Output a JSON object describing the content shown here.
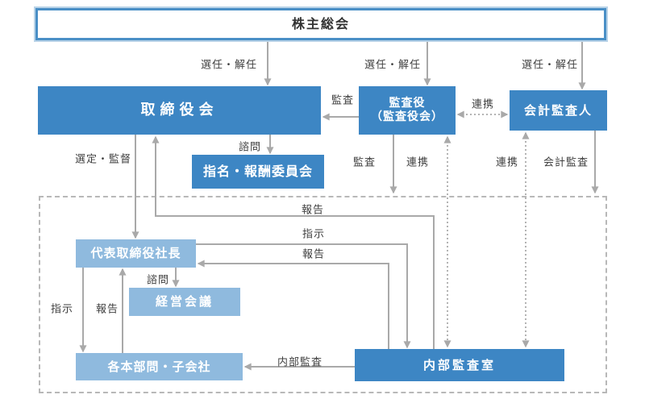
{
  "diagram": {
    "nodes": {
      "shareholders": "株主総会",
      "board": "取締役会",
      "auditors_line1": "監査役",
      "auditors_line2": "（監査役会）",
      "accounting_auditor": "会計監査人",
      "nomination_committee": "指名・報酬委員会",
      "president": "代表取締役社長",
      "management_meeting": "経営会議",
      "departments": "各本部問・子会社",
      "internal_audit": "内部監査室"
    },
    "edge_labels": {
      "appoint_board": "選任・解任",
      "appoint_auditors": "選任・解任",
      "appoint_accounting": "選任・解任",
      "audit_board": "監査",
      "cooperation_top": "連携",
      "advisory_committee": "諮問",
      "select_supervise": "選定・監督",
      "audit_exec": "監査",
      "coop_auditors_internal": "連携",
      "coop_accounting_internal": "連携",
      "accounting_audit": "会計監査",
      "report_to_board": "報告",
      "instruct_internal": "指示",
      "report_to_president": "報告",
      "advisory_meeting": "諮問",
      "instruct_departments": "指示",
      "report_departments": "報告",
      "internal_audit_arrow": "内部監査"
    },
    "colors": {
      "primary_box": "#3d86c4",
      "secondary_box": "#8fbade",
      "outline_box_border": "#4a8fc6",
      "arrow_gray": "#a9a9a9",
      "label_text": "#3f3f3f"
    }
  }
}
